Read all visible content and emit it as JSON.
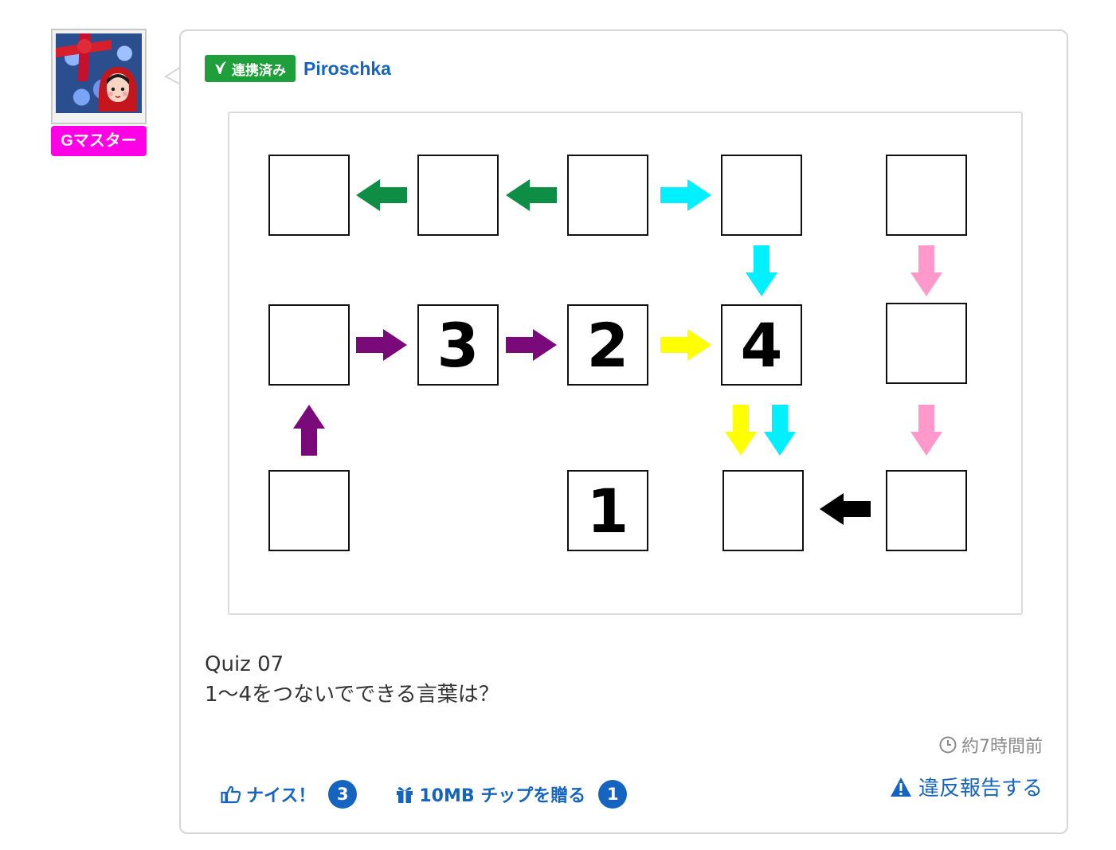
{
  "user": {
    "rank": "Gマスター",
    "linked_label": "連携済み",
    "name": "Piroschka"
  },
  "quiz": {
    "numbers": [
      "3",
      "2",
      "4",
      "1"
    ],
    "colors": {
      "green": "#0e8e45",
      "cyan": "#00f0ff",
      "purple": "#7a0a7a",
      "yellow": "#ffff00",
      "pink": "#ff99cc",
      "black": "#000000"
    }
  },
  "post": {
    "title": "Quiz 07",
    "body": "1〜4をつないでできる言葉は？"
  },
  "meta": {
    "time": "約7時間前",
    "report_label": "違反報告する"
  },
  "actions": {
    "nice_label": "ナイス！",
    "nice_count": "3",
    "tip_label": "10MB チップを贈る",
    "tip_count": "1"
  }
}
